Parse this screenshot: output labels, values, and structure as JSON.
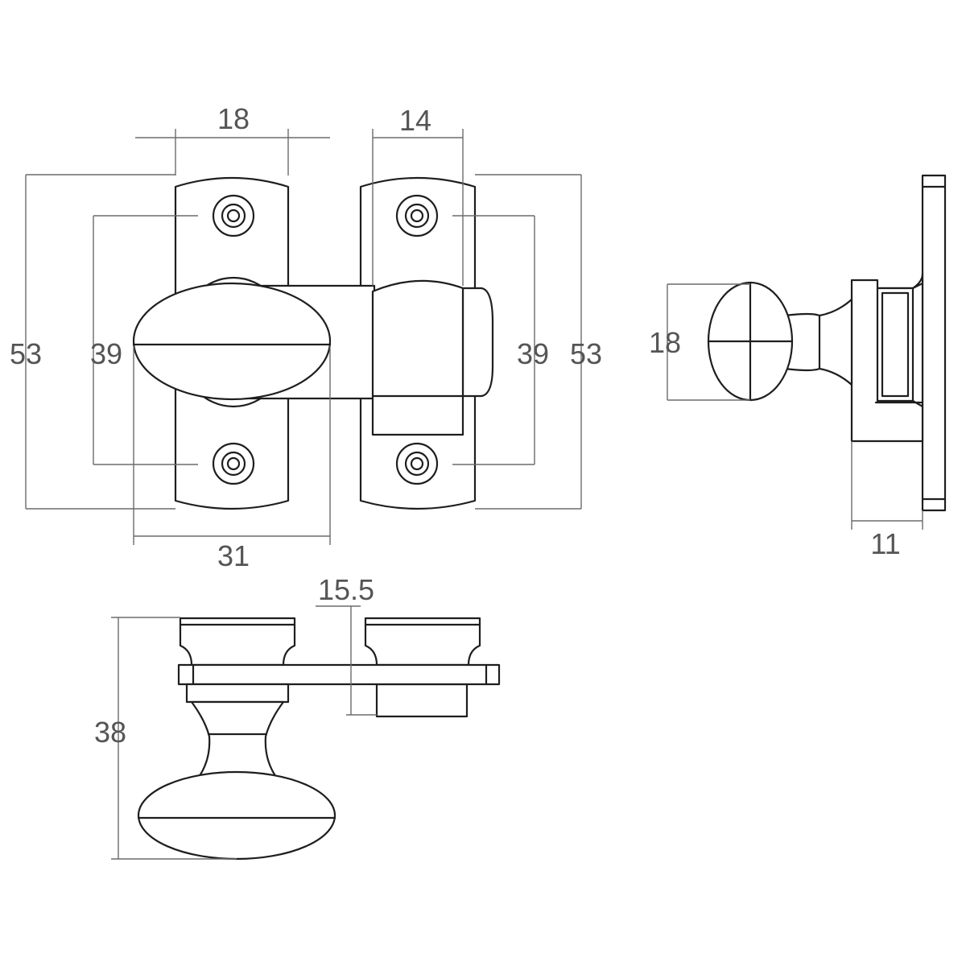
{
  "front_view": {
    "dim_left_plate_width": "18",
    "dim_right_plate_width": "14",
    "dim_overall_height_left": "53",
    "dim_hole_spacing_left": "39",
    "dim_hole_spacing_right": "39",
    "dim_overall_height_right": "53",
    "dim_knob_to_bar_width": "31"
  },
  "side_view": {
    "dim_knob_height": "18",
    "dim_depth": "11"
  },
  "top_view": {
    "dim_keeper_offset": "15.5",
    "dim_overall_projection": "38"
  },
  "colors": {
    "outline": "#1e1e1e",
    "dimension_line": "#6b6b6b",
    "dimension_text": "#555555",
    "background": "#ffffff"
  }
}
